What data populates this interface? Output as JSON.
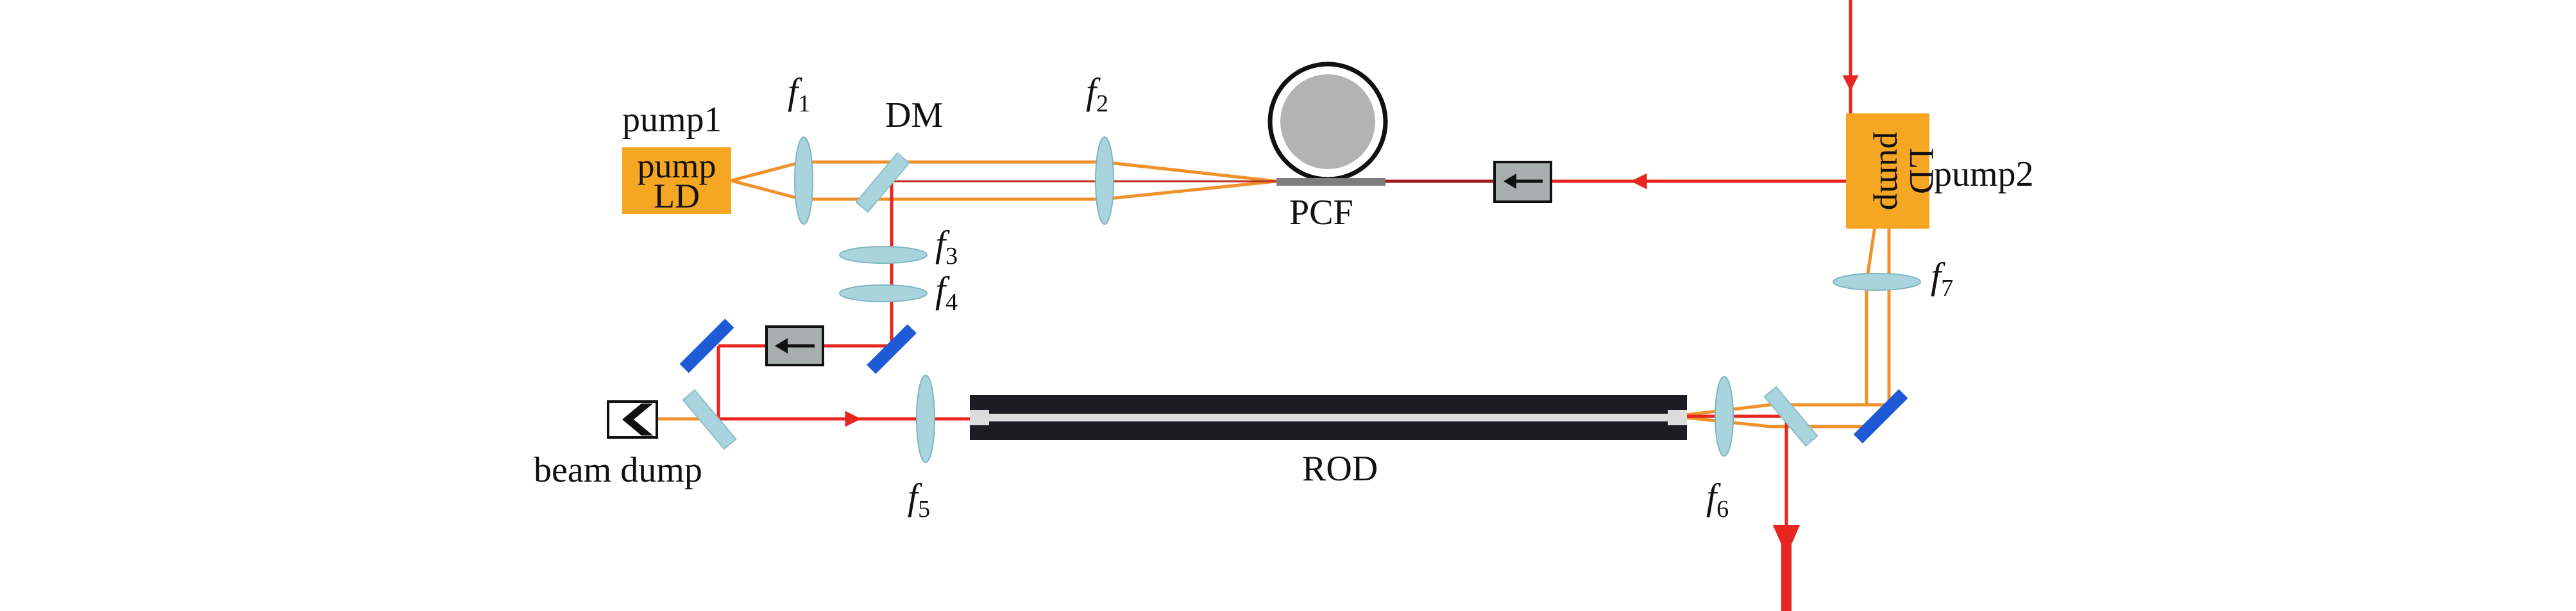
{
  "labels": {
    "pump1": "pump1",
    "pump_ld_left_line1": "pump",
    "pump_ld_left_line2": "LD",
    "pump2": "pump2",
    "pump_ld_right_line1": "pump",
    "pump_ld_right_line2": "LD",
    "dm": "DM",
    "pcf": "PCF",
    "rod": "ROD",
    "beam_dump": "beam dump",
    "f": "f",
    "f1_sub": "1",
    "f2_sub": "2",
    "f3_sub": "3",
    "f4_sub": "4",
    "f5_sub": "5",
    "f6_sub": "6",
    "f7_sub": "7"
  },
  "colors": {
    "pump_beam": "#f0922b",
    "signal_beam": "#e8251f",
    "pump_box": "#f5a623",
    "lens": "#a9d4dd",
    "mirror_blue": "#1f5ad6",
    "dichroic": "#a9d4dd",
    "isolator": "#a8adad",
    "rod": "#1c1c22",
    "pcf_gray": "#b3b3b3"
  }
}
